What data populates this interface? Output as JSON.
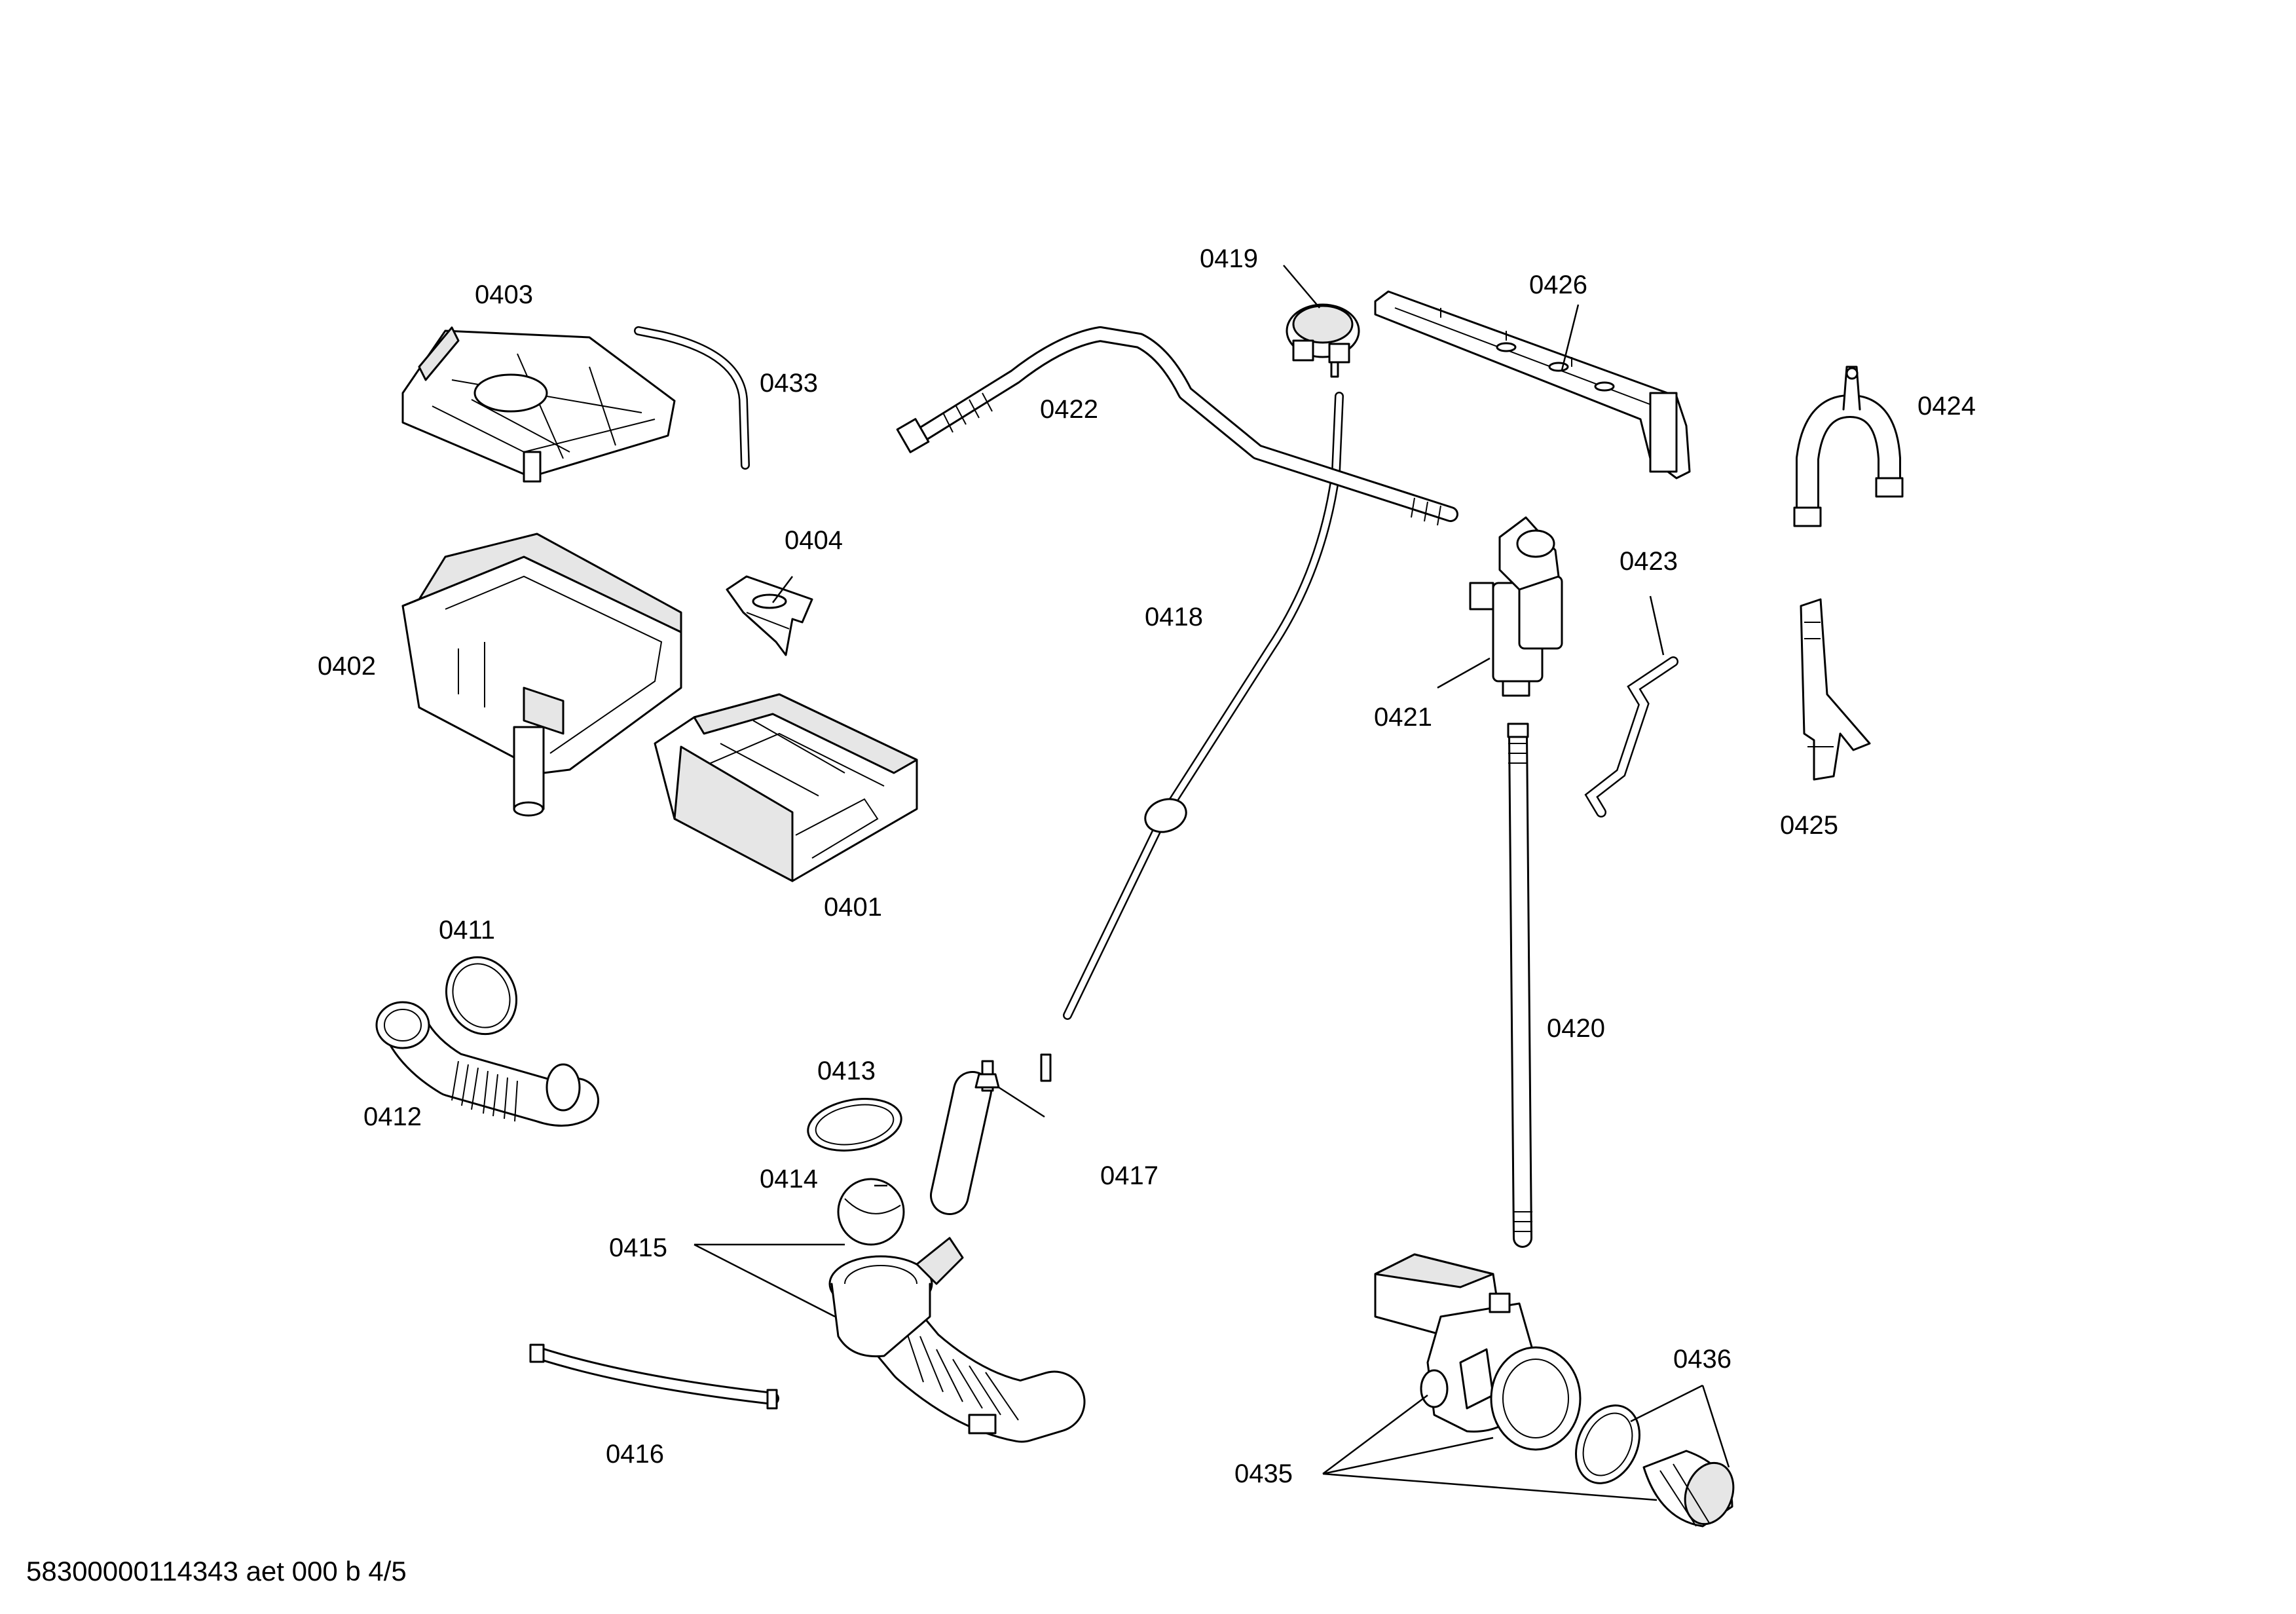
{
  "labels": {
    "p0401": "0401",
    "p0402": "0402",
    "p0403": "0403",
    "p0404": "0404",
    "p0411": "0411",
    "p0412": "0412",
    "p0413": "0413",
    "p0414": "0414",
    "p0415": "0415",
    "p0416": "0416",
    "p0417": "0417",
    "p0418": "0418",
    "p0419": "0419",
    "p0420": "0420",
    "p0421": "0421",
    "p0422": "0422",
    "p0423": "0423",
    "p0424": "0424",
    "p0425": "0425",
    "p0426": "0426",
    "p0433": "0433",
    "p0435": "0435",
    "p0436": "0436"
  },
  "footer": {
    "doc_code": "58300000114343 aet 000 b 4/5"
  }
}
